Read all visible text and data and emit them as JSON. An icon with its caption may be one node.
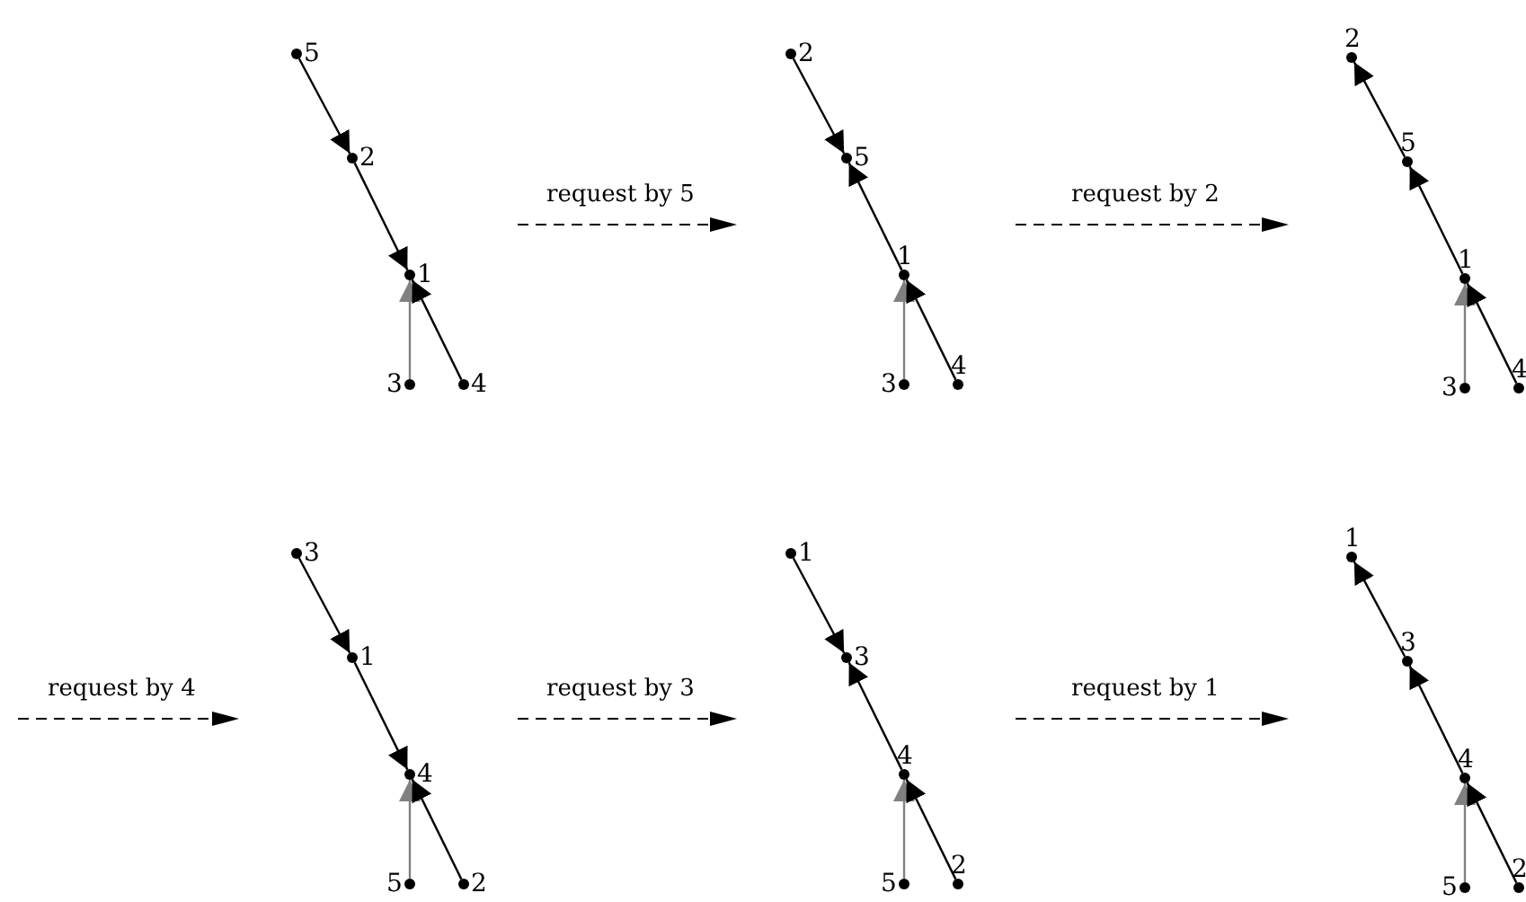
{
  "diagram": {
    "nodes": [
      {
        "text": [
          "5"
        ]
      },
      {
        "text": [
          "2"
        ]
      },
      {
        "text": [
          "1"
        ]
      },
      {
        "text": [
          "3"
        ]
      },
      {
        "text": [
          "4"
        ]
      },
      {
        "text": [
          "2"
        ]
      },
      {
        "text": [
          "5"
        ]
      },
      {
        "text": [
          "1"
        ]
      },
      {
        "text": [
          "3"
        ]
      },
      {
        "text": [
          "4"
        ]
      },
      {
        "text": [
          "2"
        ]
      },
      {
        "text": [
          "5"
        ]
      },
      {
        "text": [
          "1"
        ]
      },
      {
        "text": [
          "3"
        ]
      },
      {
        "text": [
          "4"
        ]
      },
      {
        "text": [
          "3"
        ]
      },
      {
        "text": [
          "1"
        ]
      },
      {
        "text": [
          "4"
        ]
      },
      {
        "text": [
          "5"
        ]
      },
      {
        "text": [
          "2"
        ]
      },
      {
        "text": [
          "1"
        ]
      },
      {
        "text": [
          "3"
        ]
      },
      {
        "text": [
          "4"
        ]
      },
      {
        "text": [
          "5"
        ]
      },
      {
        "text": [
          "2"
        ]
      },
      {
        "text": [
          "1"
        ]
      },
      {
        "text": [
          "3"
        ]
      },
      {
        "text": [
          "4"
        ]
      },
      {
        "text": [
          "5"
        ]
      },
      {
        "text": [
          "2"
        ]
      }
    ],
    "edges": [
      {
        "from": 0,
        "to": 1,
        "arrow": "to"
      },
      {
        "from": 1,
        "to": 2,
        "arrow": "to"
      },
      {
        "from": 3,
        "to": 2,
        "arrow": "to",
        "color": "#808080"
      },
      {
        "from": 4,
        "to": 2,
        "arrow": "to"
      },
      {
        "from": 5,
        "to": 6,
        "arrow": "to"
      },
      {
        "from": 7,
        "to": 6,
        "arrow": "to"
      },
      {
        "from": 8,
        "to": 7,
        "arrow": "to",
        "color": "#808080"
      },
      {
        "from": 9,
        "to": 7,
        "arrow": "to"
      },
      {
        "from": 11,
        "to": 10,
        "arrow": "to"
      },
      {
        "from": 12,
        "to": 11,
        "arrow": "to"
      },
      {
        "from": 13,
        "to": 12,
        "arrow": "to",
        "color": "#808080"
      },
      {
        "from": 14,
        "to": 12,
        "arrow": "to"
      },
      {
        "from": 15,
        "to": 16,
        "arrow": "to"
      },
      {
        "from": 16,
        "to": 17,
        "arrow": "to"
      },
      {
        "from": 18,
        "to": 17,
        "arrow": "to",
        "color": "#808080"
      },
      {
        "from": 19,
        "to": 17,
        "arrow": "to"
      },
      {
        "from": 20,
        "to": 21,
        "arrow": "to"
      },
      {
        "from": 22,
        "to": 21,
        "arrow": "to"
      },
      {
        "from": 23,
        "to": 22,
        "arrow": "to",
        "color": "#808080"
      },
      {
        "from": 24,
        "to": 22,
        "arrow": "to"
      },
      {
        "from": 26,
        "to": 25,
        "arrow": "to"
      },
      {
        "from": 27,
        "to": 26,
        "arrow": "to"
      },
      {
        "from": 28,
        "to": 27,
        "arrow": "to",
        "color": "#808080"
      },
      {
        "from": 29,
        "to": 27,
        "arrow": "to"
      }
    ],
    "labels": [
      "request by 5",
      "request by 2",
      "request by 4",
      "request by 3",
      "request by 1"
    ]
  }
}
